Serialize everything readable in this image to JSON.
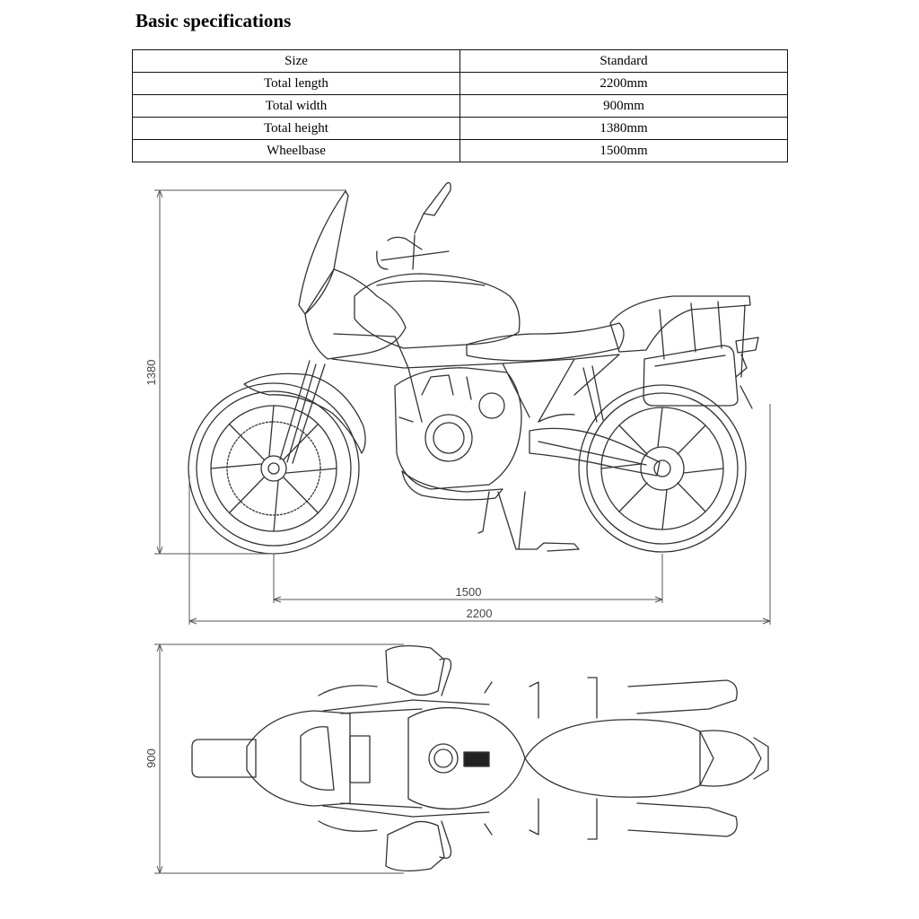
{
  "title": "Basic specifications",
  "table": {
    "header": [
      "Size",
      "Standard"
    ],
    "rows": [
      [
        "Total length",
        "2200mm"
      ],
      [
        "Total width",
        "900mm"
      ],
      [
        "Total height",
        "1380mm"
      ],
      [
        "Wheelbase",
        "1500mm"
      ]
    ]
  },
  "side_view": {
    "height_label": "1380",
    "wheelbase_label": "1500",
    "length_label": "2200"
  },
  "top_view": {
    "width_label": "900"
  }
}
